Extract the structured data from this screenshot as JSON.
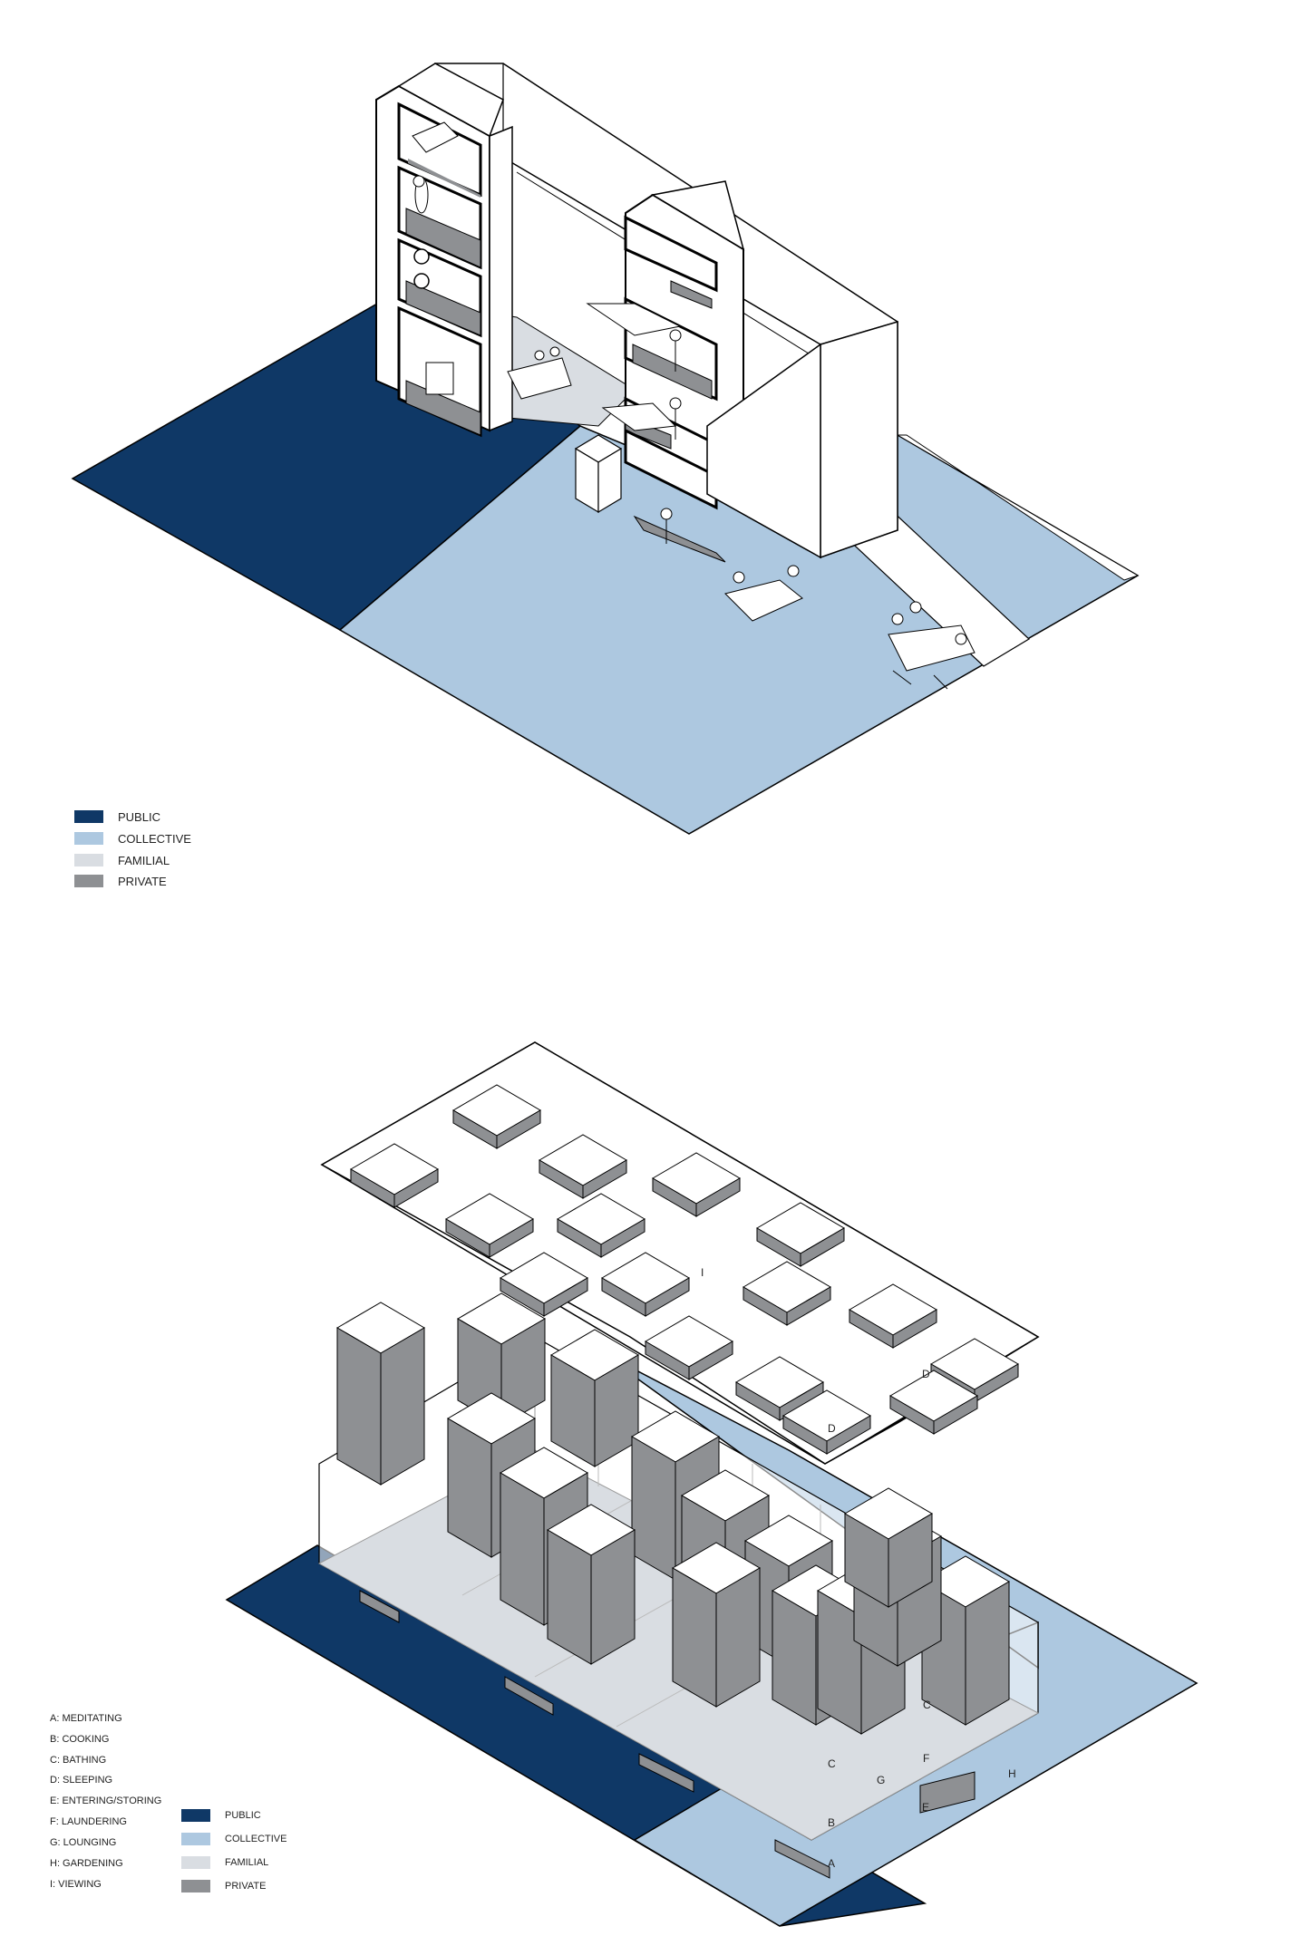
{
  "legend_top": [
    {
      "label": "PUBLIC",
      "color": "#0f3866"
    },
    {
      "label": "COLLECTIVE",
      "color": "#adc8e0"
    },
    {
      "label": "FAMILIAL",
      "color": "#d9dde2"
    },
    {
      "label": "PRIVATE",
      "color": "#8e9093"
    }
  ],
  "legend_bottom": [
    {
      "label": "PUBLIC",
      "color": "#0f3866"
    },
    {
      "label": "COLLECTIVE",
      "color": "#adc8e0"
    },
    {
      "label": "FAMILIAL",
      "color": "#d9dde2"
    },
    {
      "label": "PRIVATE",
      "color": "#8e9093"
    }
  ],
  "activities": [
    "A: MEDITATING",
    "B: COOKING",
    "C: BATHING",
    "D: SLEEPING",
    "E: ENTERING/STORING",
    "F: LAUNDERING",
    "G: LOUNGING",
    "H: GARDENING",
    "I: VIEWING"
  ],
  "diagram_labels": {
    "i": "I",
    "d1": "D",
    "d2": "D",
    "c1": "C",
    "c2": "C",
    "f": "F",
    "g": "G",
    "h": "H",
    "b": "B",
    "e": "E",
    "a": "A"
  }
}
